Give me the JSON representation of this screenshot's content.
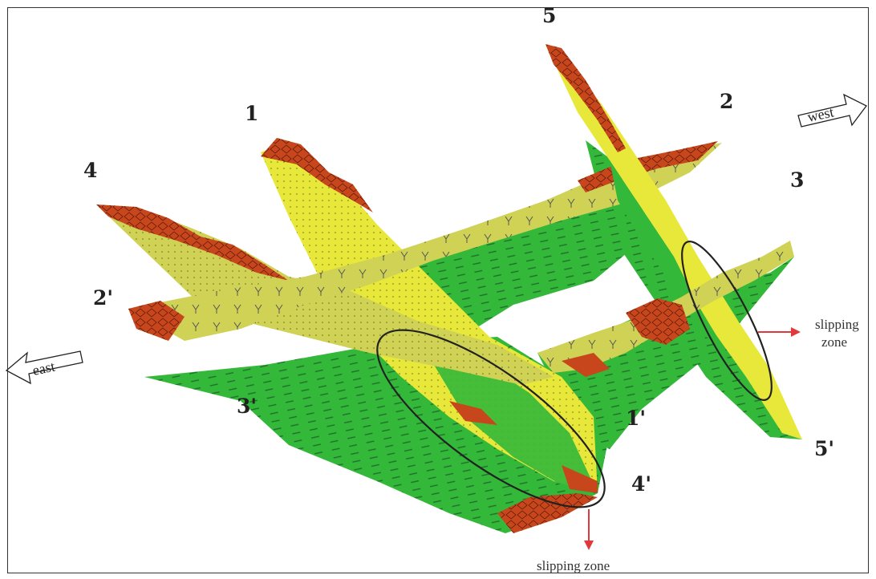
{
  "profile_labels": [
    "1",
    "2",
    "3",
    "4",
    "5",
    "1'",
    "2'",
    "3'",
    "4'",
    "5'"
  ],
  "directions": {
    "west": "west",
    "east": "east"
  },
  "annotations": {
    "slip_right_line1": "slipping",
    "slip_right_line2": "zone",
    "slip_bottom": "slipping zone"
  },
  "colors": {
    "red_soil": "#c8461c",
    "yellow_layer": "#e8e83a",
    "olive_layer": "#cfd254",
    "green_bedrock": "#34b83a",
    "light_green": "#5ccc4a",
    "arrow_red": "#e0393b",
    "ellipse": "#222222"
  }
}
